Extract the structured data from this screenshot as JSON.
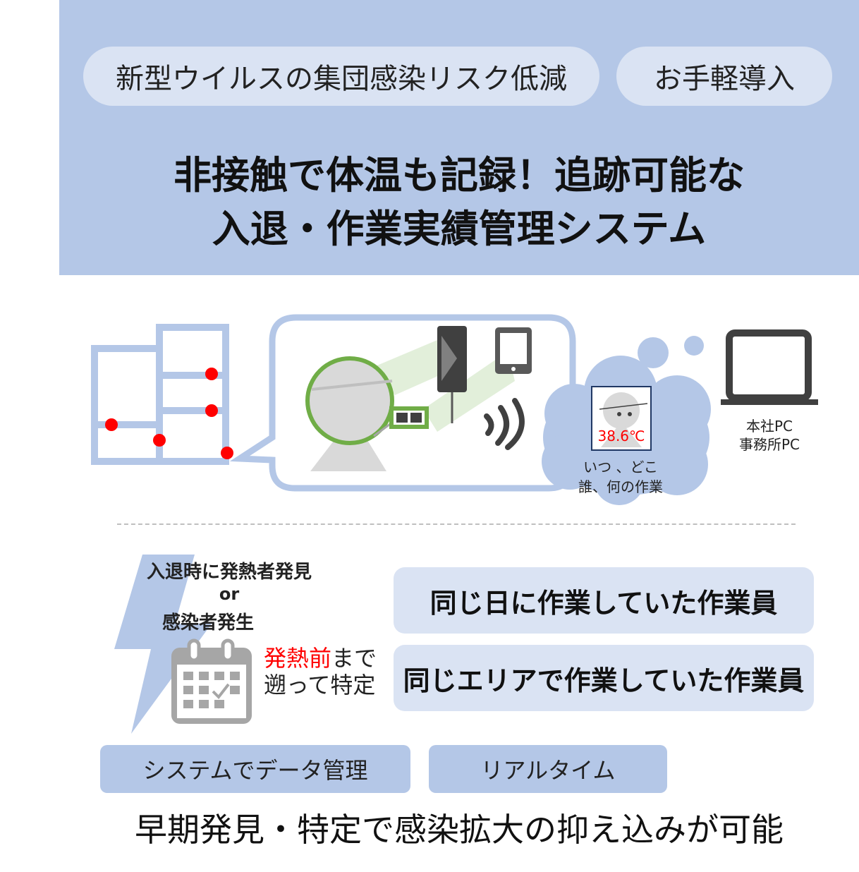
{
  "header": {
    "pill_left": "新型ウイルスの集団感染リスク低減",
    "pill_right": "お手軽導入",
    "title_line1": "非接触で体温も記録！追跡可能な",
    "title_line2": "入退・作業実績管理システム"
  },
  "diagram": {
    "temperature": "38.6℃",
    "cloud_line1": "いつ 、どこ",
    "cloud_line2": "誰、何の作業",
    "pc_line1": "本社PC",
    "pc_line2": "事務所PC"
  },
  "alert": {
    "line1": "入退時に発熱者発見",
    "line2": "or",
    "line3": "感染者発生",
    "trace_highlight": "発熱前",
    "trace_rest": "まで",
    "trace_line2": "遡って特定"
  },
  "results": {
    "same_day": "同じ日に作業していた作業員",
    "same_area": "同じエリアで作業していた作業員"
  },
  "tags": {
    "data_mgmt": "システムでデータ管理",
    "realtime": "リアルタイム"
  },
  "footer": "早期発見・特定で感染拡大の抑え込みが可能",
  "colors": {
    "header_bg": "#b4c7e7",
    "pill_bg": "#dae3f3",
    "accent_red": "#ff0000",
    "ring_green": "#70ad47",
    "icon_gray": "#595959"
  }
}
